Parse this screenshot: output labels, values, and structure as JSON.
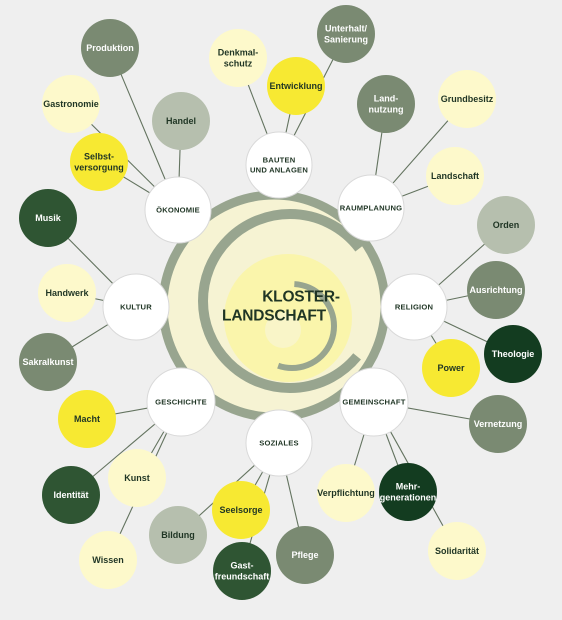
{
  "colors": {
    "background": "#efefef",
    "line": "#63735f",
    "hub_fill": "#ffffff",
    "hub_stroke": "#d9d9d9",
    "center_text": "#1f3524",
    "hub_text": "#1f3524",
    "spiral_grey": "#98a58f",
    "spiral_cream": "#f9f5c8",
    "spiral_yellow": "#fbf5a6",
    "fills": {
      "yellow": "#f7e932",
      "cream": "#fdf9cb",
      "grey_dark": "#7a8a72",
      "grey_light": "#b6bfae",
      "green_dark": "#2f5533",
      "green_darkest": "#133c20"
    },
    "text_on": {
      "yellow": "#1f3524",
      "cream": "#1f3524",
      "grey_dark": "#ffffff",
      "grey_light": "#1f3524",
      "green_dark": "#ffffff",
      "green_darkest": "#ffffff"
    }
  },
  "center": {
    "lines": [
      "KLOSTER-",
      "LANDSCHAFT"
    ]
  },
  "hubs": [
    {
      "id": "bauten",
      "lines": [
        "BAUTEN",
        "UND ANLAGEN"
      ]
    },
    {
      "id": "oekonomie",
      "lines": [
        "ÖKONOMIE"
      ]
    },
    {
      "id": "raumplanung",
      "lines": [
        "RAUMPLANUNG"
      ]
    },
    {
      "id": "kultur",
      "lines": [
        "KULTUR"
      ]
    },
    {
      "id": "religion",
      "lines": [
        "RELIGION"
      ]
    },
    {
      "id": "geschichte",
      "lines": [
        "GESCHICHTE"
      ]
    },
    {
      "id": "gemeinschaft",
      "lines": [
        "GEMEINSCHAFT"
      ]
    },
    {
      "id": "soziales",
      "lines": [
        "SOZIALES"
      ]
    }
  ],
  "leaves": [
    {
      "id": "denkmalschutz",
      "hub": "bauten",
      "fill": "cream",
      "lines": [
        "Denkmal-",
        "schutz"
      ]
    },
    {
      "id": "entwicklung",
      "hub": "bauten",
      "fill": "yellow",
      "lines": [
        "Entwicklung"
      ]
    },
    {
      "id": "unterhalt",
      "hub": "bauten",
      "fill": "grey_dark",
      "lines": [
        "Unterhalt/",
        "Sanierung"
      ]
    },
    {
      "id": "produktion",
      "hub": "oekonomie",
      "fill": "grey_dark",
      "lines": [
        "Produktion"
      ]
    },
    {
      "id": "gastronomie",
      "hub": "oekonomie",
      "fill": "cream",
      "lines": [
        "Gastronomie"
      ]
    },
    {
      "id": "handel",
      "hub": "oekonomie",
      "fill": "grey_light",
      "lines": [
        "Handel"
      ]
    },
    {
      "id": "selbstversorgung",
      "hub": "oekonomie",
      "fill": "yellow",
      "lines": [
        "Selbst-",
        "versorgung"
      ]
    },
    {
      "id": "landnutzung",
      "hub": "raumplanung",
      "fill": "grey_dark",
      "lines": [
        "Land-",
        "nutzung"
      ]
    },
    {
      "id": "grundbesitz",
      "hub": "raumplanung",
      "fill": "cream",
      "lines": [
        "Grundbesitz"
      ]
    },
    {
      "id": "landschaft",
      "hub": "raumplanung",
      "fill": "cream",
      "lines": [
        "Landschaft"
      ]
    },
    {
      "id": "musik",
      "hub": "kultur",
      "fill": "green_dark",
      "lines": [
        "Musik"
      ]
    },
    {
      "id": "handwerk",
      "hub": "kultur",
      "fill": "cream",
      "lines": [
        "Handwerk"
      ]
    },
    {
      "id": "sakralkunst",
      "hub": "kultur",
      "fill": "grey_dark",
      "lines": [
        "Sakralkunst"
      ]
    },
    {
      "id": "orden",
      "hub": "religion",
      "fill": "grey_light",
      "lines": [
        "Orden"
      ]
    },
    {
      "id": "ausrichtung",
      "hub": "religion",
      "fill": "grey_dark",
      "lines": [
        "Ausrichtung"
      ]
    },
    {
      "id": "theologie",
      "hub": "religion",
      "fill": "green_darkest",
      "lines": [
        "Theologie"
      ]
    },
    {
      "id": "power",
      "hub": "religion",
      "fill": "yellow",
      "lines": [
        "Power"
      ]
    },
    {
      "id": "macht",
      "hub": "geschichte",
      "fill": "yellow",
      "lines": [
        "Macht"
      ]
    },
    {
      "id": "kunst",
      "hub": "geschichte",
      "fill": "cream",
      "lines": [
        "Kunst"
      ]
    },
    {
      "id": "identitaet",
      "hub": "geschichte",
      "fill": "green_dark",
      "lines": [
        "Identität"
      ]
    },
    {
      "id": "wissen",
      "hub": "geschichte",
      "fill": "cream",
      "lines": [
        "Wissen"
      ]
    },
    {
      "id": "vernetzung",
      "hub": "gemeinschaft",
      "fill": "grey_dark",
      "lines": [
        "Vernetzung"
      ]
    },
    {
      "id": "verpflichtung",
      "hub": "gemeinschaft",
      "fill": "cream",
      "lines": [
        "Verpflichtung"
      ]
    },
    {
      "id": "mehrgenerationen",
      "hub": "gemeinschaft",
      "fill": "green_darkest",
      "lines": [
        "Mehr-",
        "generationen"
      ]
    },
    {
      "id": "solidaritaet",
      "hub": "gemeinschaft",
      "fill": "cream",
      "lines": [
        "Solidarität"
      ]
    },
    {
      "id": "bildung",
      "hub": "soziales",
      "fill": "grey_light",
      "lines": [
        "Bildung"
      ]
    },
    {
      "id": "seelsorge",
      "hub": "soziales",
      "fill": "yellow",
      "lines": [
        "Seelsorge"
      ]
    },
    {
      "id": "gastfreundschaft",
      "hub": "soziales",
      "fill": "green_dark",
      "lines": [
        "Gast-",
        "freundschaft"
      ]
    },
    {
      "id": "pflege",
      "hub": "soziales",
      "fill": "grey_dark",
      "lines": [
        "Pflege"
      ]
    }
  ]
}
